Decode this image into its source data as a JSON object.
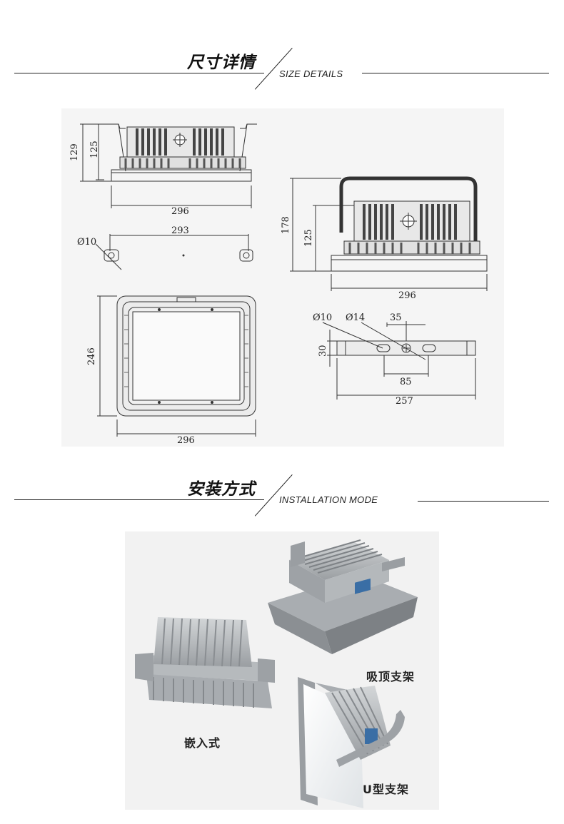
{
  "size_section": {
    "title_cn": "尺寸详情",
    "title_en": "SIZE DETAILS"
  },
  "install_section": {
    "title_cn": "安装方式",
    "title_en": "INSTALLATION MODE"
  },
  "drawing": {
    "side_view": {
      "height_outer": "129",
      "height_inner": "125",
      "width": "296"
    },
    "bracket_strip": {
      "hole": "Ø10",
      "span": "293"
    },
    "front_view": {
      "height": "246",
      "width": "296"
    },
    "u_view": {
      "height_outer": "178",
      "height_inner": "125",
      "width": "296"
    },
    "u_bracket": {
      "hole_small": "Ø10",
      "hole_large": "Ø14",
      "offset": "35",
      "thickness": "30",
      "slot_span": "85",
      "length": "257"
    }
  },
  "install": {
    "ceiling_label": "吸顶支架",
    "embedded_label": "嵌入式",
    "u_label": "U型支架"
  },
  "colors": {
    "line": "#222222",
    "panel_bg": "#f5f5f5",
    "housing": "#b9bcbe",
    "housing_dark": "#8e9296"
  }
}
